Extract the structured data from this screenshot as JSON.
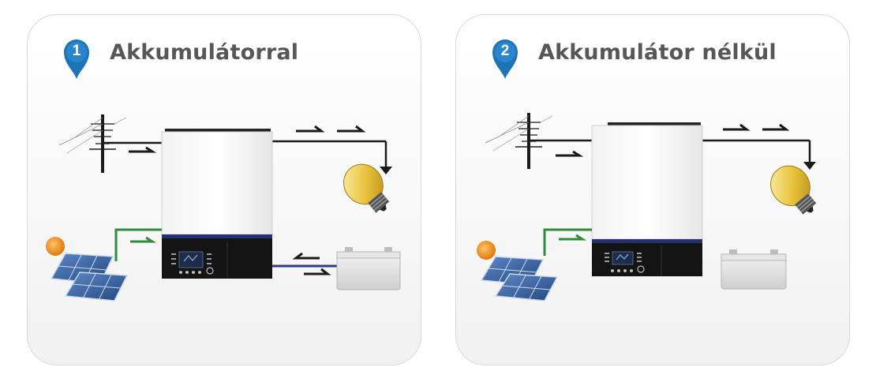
{
  "panels": [
    {
      "number": "1",
      "title": "Akkumulátorral"
    },
    {
      "number": "2",
      "title": "Akkumulátor nélkül"
    }
  ],
  "colors": {
    "marker_blue": "#1f74b6",
    "title_gray": "#575757",
    "solar_line_green": "#2e8b3a",
    "battery_line_blue": "#2b3d8a",
    "inverter_band_blue": "#25306e"
  },
  "icons": [
    "pin-marker-icon",
    "power-pole-icon",
    "inverter-icon",
    "light-bulb-icon",
    "sun-icon",
    "solar-panel-icon",
    "battery-icon",
    "arrow-icon"
  ]
}
